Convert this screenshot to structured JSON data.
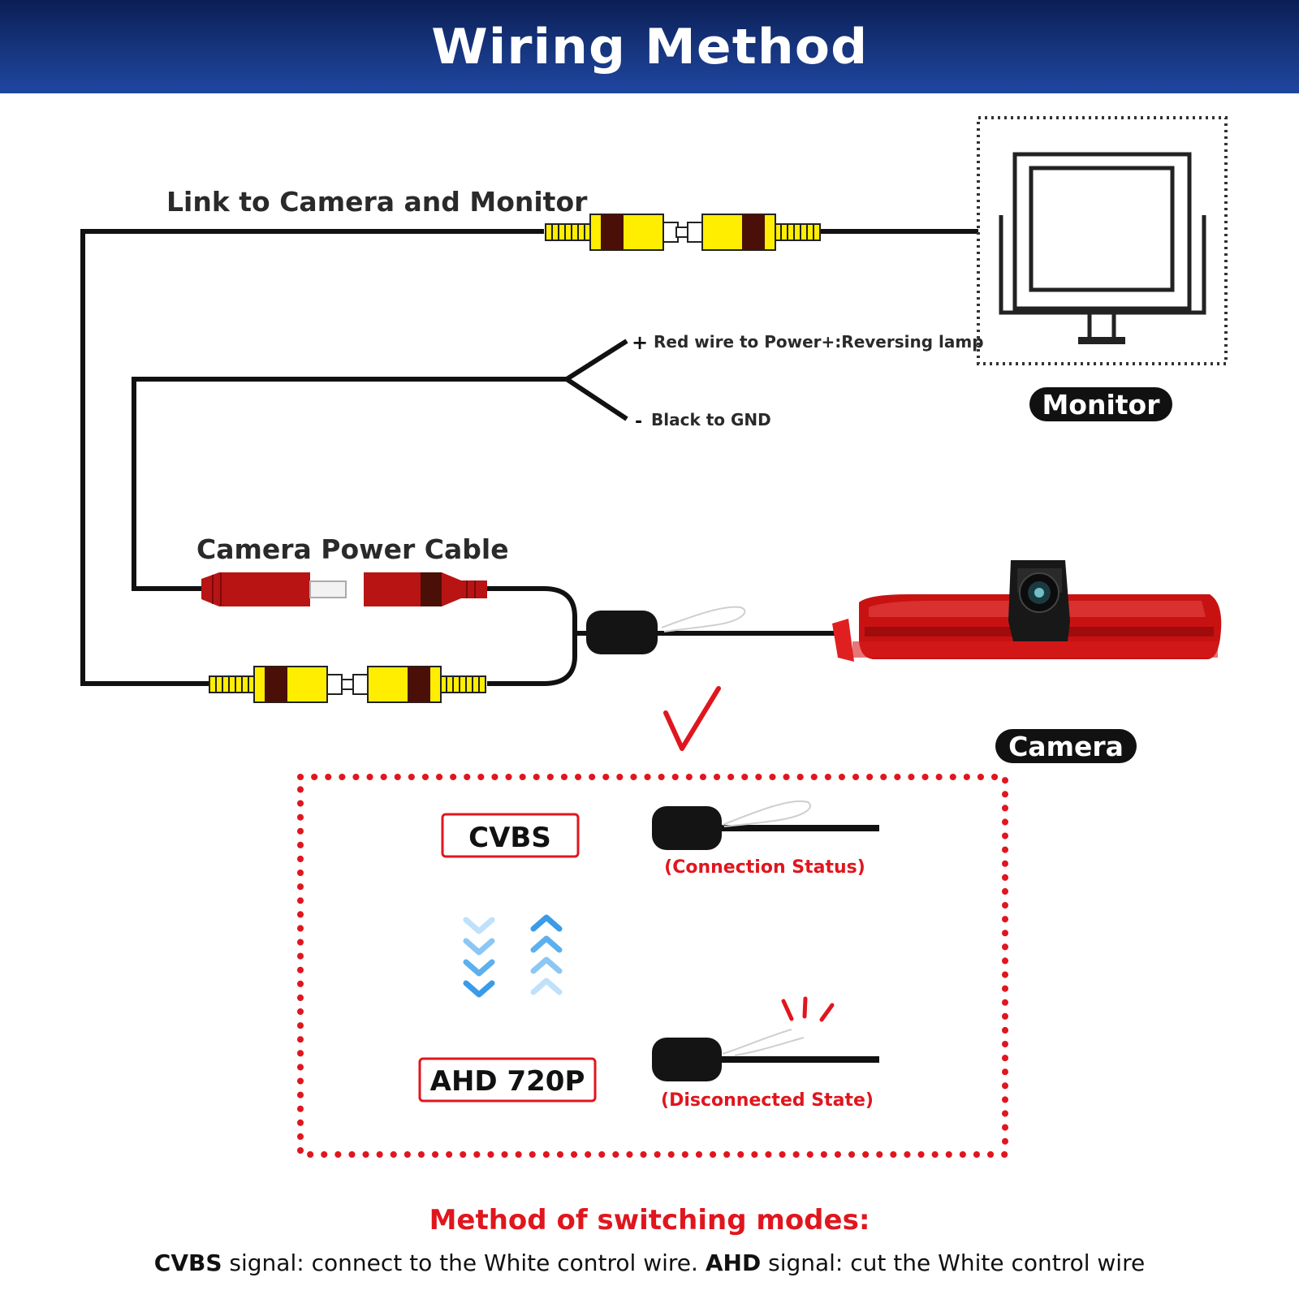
{
  "title": "Wiring Method",
  "labels": {
    "link": "Link to Camera and Monitor",
    "red_wire": "Red wire to Power+:Reversing lamp",
    "black_wire": "Black to GND",
    "plus": "+",
    "minus": "-",
    "power_cable": "Camera Power Cable",
    "monitor": "Monitor",
    "camera": "Camera",
    "cvbs": "CVBS",
    "ahd": "AHD 720P",
    "connection_status": "(Connection Status)",
    "disconnected_state": "(Disconnected State)"
  },
  "footer": {
    "title": "Method of switching modes:",
    "cvbs_bold": "CVBS",
    "cvbs_text": " signal: connect to the White control wire. ",
    "ahd_bold": "AHD",
    "ahd_text": " signal: cut the White control wire"
  },
  "colors": {
    "header_bg": "#173680",
    "accent_red": "#e0161e",
    "rca_yellow": "#ffee00",
    "rca_brown": "#4a1008",
    "power_red": "#b81414",
    "arrow_blue": "#3a9be8",
    "wire": "#111111"
  },
  "icons": [
    "monitor-icon",
    "camera-icon",
    "rca-connector-icon",
    "power-connector-icon",
    "switch-arrows-icon",
    "check-mark-icon"
  ]
}
